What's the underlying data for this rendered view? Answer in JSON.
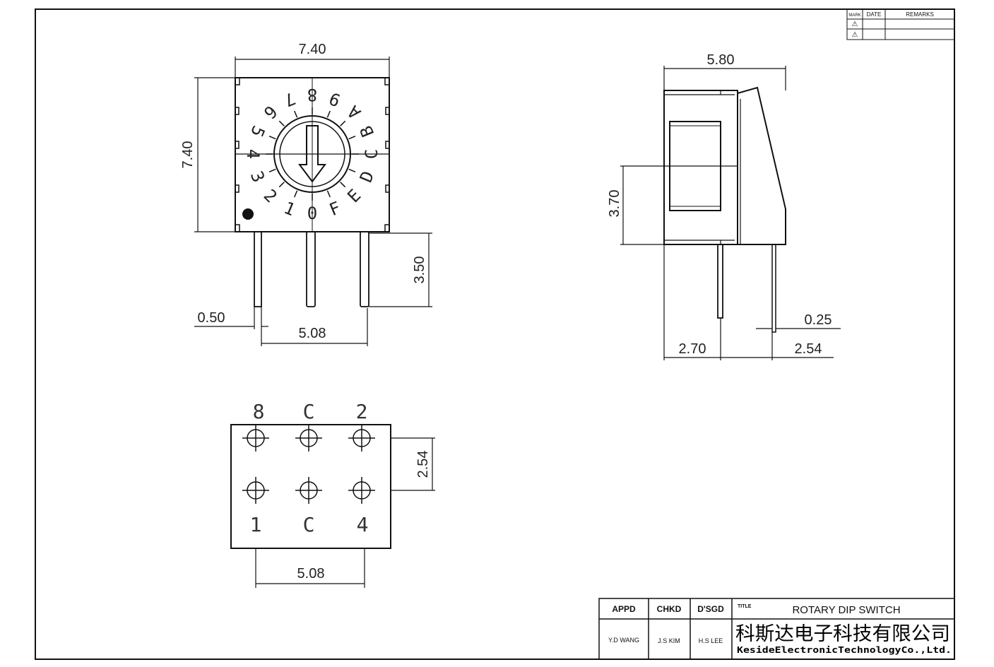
{
  "front_view": {
    "width": "7.40",
    "height": "7.40",
    "pin_length": "3.50",
    "pin_width": "0.50",
    "pin_pitch": "5.08",
    "dial_labels": [
      "0",
      "1",
      "2",
      "3",
      "4",
      "5",
      "6",
      "7",
      "8",
      "9",
      "A",
      "B",
      "C",
      "D",
      "E",
      "F"
    ]
  },
  "side_view": {
    "depth": "5.80",
    "center_height": "3.70",
    "pin_thickness": "0.25",
    "offset_1": "2.70",
    "offset_2": "2.54"
  },
  "footprint": {
    "top_labels": [
      "8",
      "C",
      "2"
    ],
    "bottom_labels": [
      "1",
      "C",
      "4"
    ],
    "row_pitch": "2.54",
    "col_pitch": "5.08"
  },
  "revision_block": {
    "headers": [
      "MARK",
      "DATE",
      "REMARKS"
    ],
    "marks": [
      "⚠",
      "⚠"
    ]
  },
  "title_block": {
    "appd_label": "APPD",
    "chkd_label": "CHKD",
    "dsgd_label": "D'SGD",
    "title_label": "TITLE",
    "title": "ROTARY DIP SWITCH",
    "appd_name": "Y.D WANG",
    "chkd_name": "J.S KIM",
    "dsgd_name": "H.S LEE",
    "company_cn": "科斯达电子科技有限公司",
    "company_en": "KesideElectronicTechnologyCo.,Ltd."
  }
}
